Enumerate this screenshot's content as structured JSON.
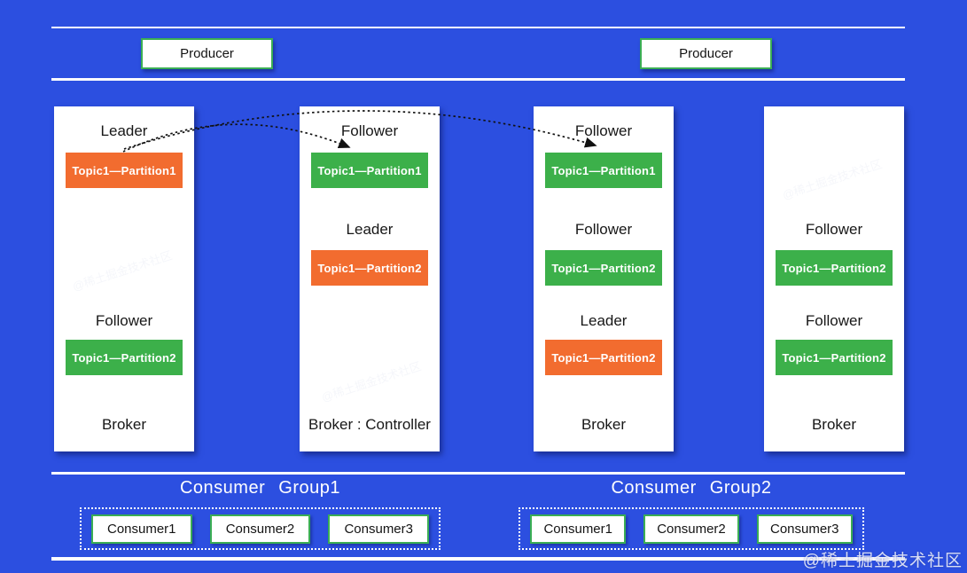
{
  "colors": {
    "background": "#2c4fe0",
    "leader_orange": "#f26c2f",
    "follower_green": "#3cb04a",
    "box_border_green": "#3bae54",
    "line_white": "#fdfdff"
  },
  "producers": [
    {
      "label": "Producer"
    },
    {
      "label": "Producer"
    }
  ],
  "brokers": [
    {
      "label": "Broker",
      "sections": [
        {
          "slot": 0,
          "role": "Leader",
          "partition": "Topic1—Partition1",
          "kind": "leader"
        },
        {
          "slot": 2,
          "role": "Follower",
          "partition": "Topic1—Partition2",
          "kind": "follower"
        }
      ]
    },
    {
      "label": "Broker : Controller",
      "sections": [
        {
          "slot": 0,
          "role": "Follower",
          "partition": "Topic1—Partition1",
          "kind": "follower"
        },
        {
          "slot": 1,
          "role": "Leader",
          "partition": "Topic1—Partition2",
          "kind": "leader"
        }
      ]
    },
    {
      "label": "Broker",
      "sections": [
        {
          "slot": 0,
          "role": "Follower",
          "partition": "Topic1—Partition1",
          "kind": "follower"
        },
        {
          "slot": 1,
          "role": "Follower",
          "partition": "Topic1—Partition2",
          "kind": "follower"
        },
        {
          "slot": 2,
          "role": "Leader",
          "partition": "Topic1—Partition2",
          "kind": "leader"
        }
      ]
    },
    {
      "label": "Broker",
      "sections": [
        {
          "slot": 1,
          "role": "Follower",
          "partition": "Topic1—Partition2",
          "kind": "follower"
        },
        {
          "slot": 2,
          "role": "Follower",
          "partition": "Topic1—Partition2",
          "kind": "follower"
        }
      ]
    }
  ],
  "consumer_groups": [
    {
      "title": "Consumer Group1",
      "consumers": [
        "Consumer1",
        "Consumer2",
        "Consumer3"
      ]
    },
    {
      "title": "Consumer Group2",
      "consumers": [
        "Consumer1",
        "Consumer2",
        "Consumer3"
      ]
    }
  ],
  "watermark": "@稀土掘金技术社区"
}
